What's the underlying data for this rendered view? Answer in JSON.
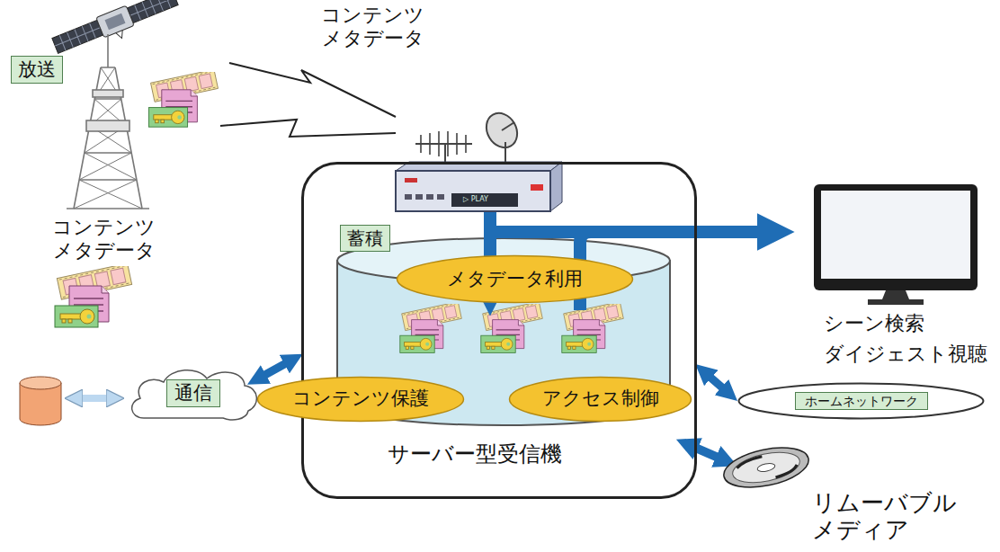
{
  "diagram": {
    "nodes": [
      {
        "text": [
          "放送"
        ]
      },
      {
        "text": [
          "サーバー型受信機"
        ]
      },
      {
        "text": [
          "蓄積"
        ],
        "in": 1
      },
      {
        "text": [
          "メタデータ利用"
        ],
        "in": 1
      },
      {
        "text": [
          "コンテンツ保護"
        ],
        "in": 1
      },
      {
        "text": [
          "アクセス制御"
        ],
        "in": 1
      },
      {
        "text": [
          "通信"
        ]
      },
      {
        "text": [
          "ホームネットワーク"
        ]
      }
    ],
    "edges": [
      {
        "from": 1,
        "to": 6,
        "arrow": "both"
      },
      {
        "from": 1,
        "to": 7,
        "arrow": "both"
      }
    ],
    "labels": [
      "コンテンツ メタデータ",
      "コンテンツ メタデータ",
      "シーン検索 ダイジェスト視聴",
      "リムーバブル メディア",
      "▷ PLAY"
    ]
  }
}
